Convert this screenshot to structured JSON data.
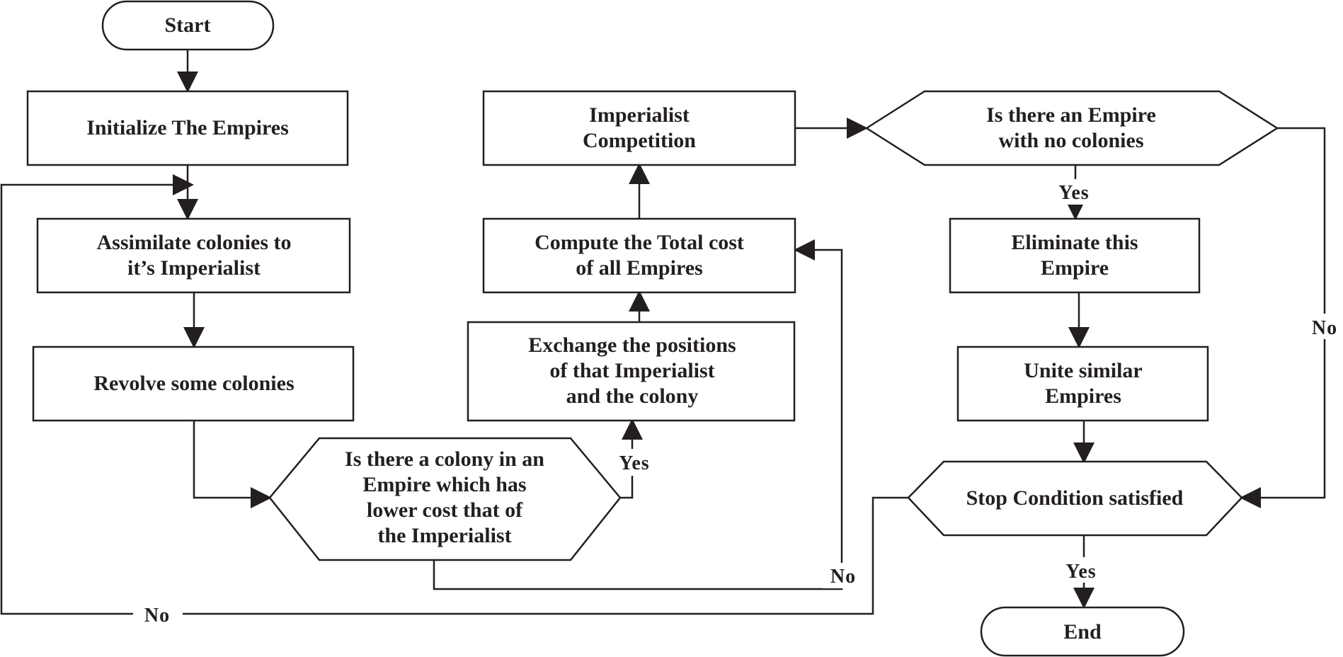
{
  "colors": {
    "ink": "#231f20",
    "background": "#ffffff"
  },
  "nodes": {
    "start": {
      "lines": [
        "Start"
      ]
    },
    "init": {
      "lines": [
        "Initialize The Empires"
      ]
    },
    "assimilate": {
      "lines": [
        "Assimilate colonies to",
        "it’s Imperialist"
      ]
    },
    "revolve": {
      "lines": [
        "Revolve some colonies"
      ]
    },
    "decision_colony": {
      "lines": [
        "Is there a colony in an",
        "Empire which has",
        "lower cost that of",
        "the Imperialist"
      ]
    },
    "exchange": {
      "lines": [
        "Exchange the positions",
        "of that Imperialist",
        "and the colony"
      ]
    },
    "compute": {
      "lines": [
        "Compute the Total cost",
        "of all Empires"
      ]
    },
    "competition": {
      "lines": [
        "Imperialist",
        "Competition"
      ]
    },
    "decision_empire": {
      "lines": [
        "Is there an Empire",
        "with no colonies"
      ]
    },
    "eliminate": {
      "lines": [
        "Eliminate this",
        "Empire"
      ]
    },
    "unite": {
      "lines": [
        "Unite similar",
        "Empires"
      ]
    },
    "stop": {
      "lines": [
        "Stop Condition satisfied"
      ]
    },
    "end": {
      "lines": [
        "End"
      ]
    }
  },
  "edge_labels": {
    "colony_yes": "Yes",
    "colony_no": "No",
    "empire_yes": "Yes",
    "empire_no": "No",
    "stop_yes": "Yes",
    "stop_no": "No"
  }
}
